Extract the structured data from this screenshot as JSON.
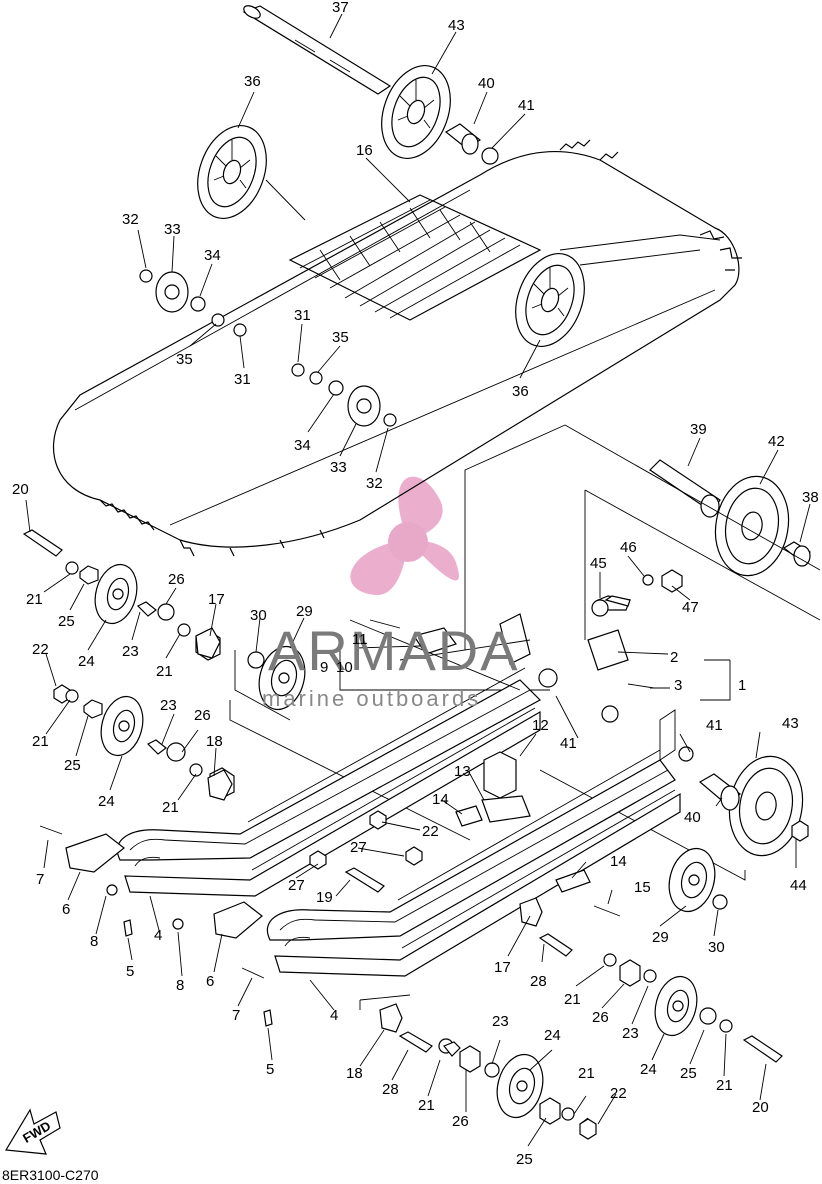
{
  "diagram_code": "8ER3100-C270",
  "fwd_label": "FWD",
  "watermark": {
    "brand": "ARMADA",
    "tagline": "marine outboards",
    "logo_color": "#e9a6c8"
  },
  "callouts": [
    {
      "id": "c37a",
      "text": "37"
    },
    {
      "id": "c43a",
      "text": "43"
    },
    {
      "id": "c40a",
      "text": "40"
    },
    {
      "id": "c41a",
      "text": "41"
    },
    {
      "id": "c36a",
      "text": "36"
    },
    {
      "id": "c16",
      "text": "16"
    },
    {
      "id": "c32a",
      "text": "32"
    },
    {
      "id": "c33a",
      "text": "33"
    },
    {
      "id": "c34a",
      "text": "34"
    },
    {
      "id": "c35a",
      "text": "35"
    },
    {
      "id": "c31a",
      "text": "31"
    },
    {
      "id": "c31b",
      "text": "31"
    },
    {
      "id": "c35b",
      "text": "35"
    },
    {
      "id": "c36b",
      "text": "36"
    },
    {
      "id": "c34b",
      "text": "34"
    },
    {
      "id": "c33b",
      "text": "33"
    },
    {
      "id": "c32b",
      "text": "32"
    },
    {
      "id": "c39",
      "text": "39"
    },
    {
      "id": "c42",
      "text": "42"
    },
    {
      "id": "c38",
      "text": "38"
    },
    {
      "id": "c20a",
      "text": "20"
    },
    {
      "id": "c21a",
      "text": "21"
    },
    {
      "id": "c25a",
      "text": "25"
    },
    {
      "id": "c24a",
      "text": "24"
    },
    {
      "id": "c26a",
      "text": "26"
    },
    {
      "id": "c23a",
      "text": "23"
    },
    {
      "id": "c17a",
      "text": "17"
    },
    {
      "id": "c21b",
      "text": "21"
    },
    {
      "id": "c30a",
      "text": "30"
    },
    {
      "id": "c29a",
      "text": "29"
    },
    {
      "id": "c45",
      "text": "45"
    },
    {
      "id": "c46",
      "text": "46"
    },
    {
      "id": "c47",
      "text": "47"
    },
    {
      "id": "c11",
      "text": "11"
    },
    {
      "id": "c9",
      "text": "9"
    },
    {
      "id": "c10",
      "text": "10"
    },
    {
      "id": "c2",
      "text": "2"
    },
    {
      "id": "c3",
      "text": "3"
    },
    {
      "id": "c1",
      "text": "1"
    },
    {
      "id": "c22a",
      "text": "22"
    },
    {
      "id": "c21c",
      "text": "21"
    },
    {
      "id": "c25b",
      "text": "25"
    },
    {
      "id": "c23b",
      "text": "23"
    },
    {
      "id": "c26b",
      "text": "26"
    },
    {
      "id": "c18a",
      "text": "18"
    },
    {
      "id": "c24b",
      "text": "24"
    },
    {
      "id": "c21d",
      "text": "21"
    },
    {
      "id": "c41b",
      "text": "41"
    },
    {
      "id": "c12",
      "text": "12"
    },
    {
      "id": "c13",
      "text": "13"
    },
    {
      "id": "c14a",
      "text": "14"
    },
    {
      "id": "c22b",
      "text": "22"
    },
    {
      "id": "c41c",
      "text": "41"
    },
    {
      "id": "c43b",
      "text": "43"
    },
    {
      "id": "c40b",
      "text": "40"
    },
    {
      "id": "c44",
      "text": "44"
    },
    {
      "id": "c7a",
      "text": "7"
    },
    {
      "id": "c6a",
      "text": "6"
    },
    {
      "id": "c8a",
      "text": "8"
    },
    {
      "id": "c4a",
      "text": "4"
    },
    {
      "id": "c27a",
      "text": "27"
    },
    {
      "id": "c27b",
      "text": "27"
    },
    {
      "id": "c19",
      "text": "19"
    },
    {
      "id": "c14b",
      "text": "14"
    },
    {
      "id": "c15",
      "text": "15"
    },
    {
      "id": "c5a",
      "text": "5"
    },
    {
      "id": "c8b",
      "text": "8"
    },
    {
      "id": "c6b",
      "text": "6"
    },
    {
      "id": "c29b",
      "text": "29"
    },
    {
      "id": "c30b",
      "text": "30"
    },
    {
      "id": "c17b",
      "text": "17"
    },
    {
      "id": "c28a",
      "text": "28"
    },
    {
      "id": "c7b",
      "text": "7"
    },
    {
      "id": "c4b",
      "text": "4"
    },
    {
      "id": "c21e",
      "text": "21"
    },
    {
      "id": "c26c",
      "text": "26"
    },
    {
      "id": "c23c",
      "text": "23"
    },
    {
      "id": "c24c",
      "text": "24"
    },
    {
      "id": "c25c",
      "text": "25"
    },
    {
      "id": "c21f",
      "text": "21"
    },
    {
      "id": "c5b",
      "text": "5"
    },
    {
      "id": "c23d",
      "text": "23"
    },
    {
      "id": "c24d",
      "text": "24"
    },
    {
      "id": "c18b",
      "text": "18"
    },
    {
      "id": "c28b",
      "text": "28"
    },
    {
      "id": "c21g",
      "text": "21"
    },
    {
      "id": "c26d",
      "text": "26"
    },
    {
      "id": "c21h",
      "text": "21"
    },
    {
      "id": "c22c",
      "text": "22"
    },
    {
      "id": "c25d",
      "text": "25"
    },
    {
      "id": "c20b",
      "text": "20"
    }
  ]
}
